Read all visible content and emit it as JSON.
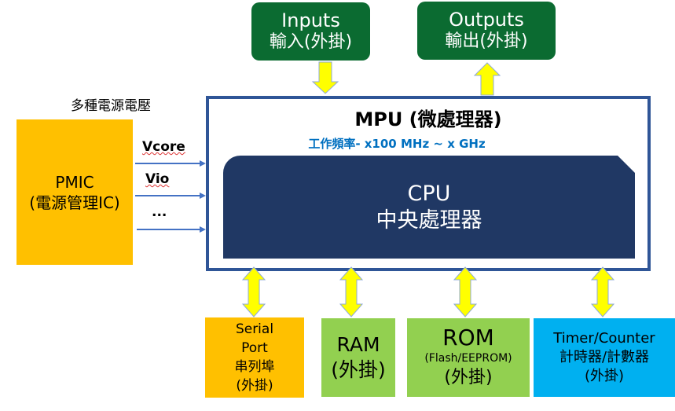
{
  "inputs": {
    "title": "Inputs",
    "subtitle": "輸入(外掛)"
  },
  "outputs": {
    "title": "Outputs",
    "subtitle": "輸出(外掛)"
  },
  "power_label": "多種電源電壓",
  "pmic": {
    "line1": "PMIC",
    "line2": "(電源管理IC)"
  },
  "rails": [
    {
      "label": "Vcore"
    },
    {
      "label": "Vio"
    },
    {
      "label": "..."
    }
  ],
  "mpu": {
    "title": "MPU (微處理器)",
    "frequency": "工作頻率- x100 MHz ~ x GHz"
  },
  "cpu": {
    "line1": "CPU",
    "line2": "中央處理器"
  },
  "peripherals": {
    "serial": {
      "lines": [
        "Serial",
        "Port",
        "串列埠",
        "(外掛)"
      ]
    },
    "ram": {
      "lines": [
        "RAM",
        "(外掛)"
      ]
    },
    "rom": {
      "lines": [
        "ROM",
        "(Flash/EEPROM)",
        "(外掛)"
      ]
    },
    "timer": {
      "lines": [
        "Timer/Counter",
        "計時器/計數器",
        "(外掛)"
      ]
    }
  },
  "colors": {
    "io_green": "#0b6b31",
    "mpu_border": "#2f5597",
    "cpu_fill": "#203864",
    "pmic_orange": "#ffc000",
    "memory_green": "#92d050",
    "timer_blue": "#00b0f0",
    "bus_arrow_yellow": "#ffff00",
    "power_arrow_blue": "#4472c4",
    "freq_text_blue": "#0070c0"
  }
}
